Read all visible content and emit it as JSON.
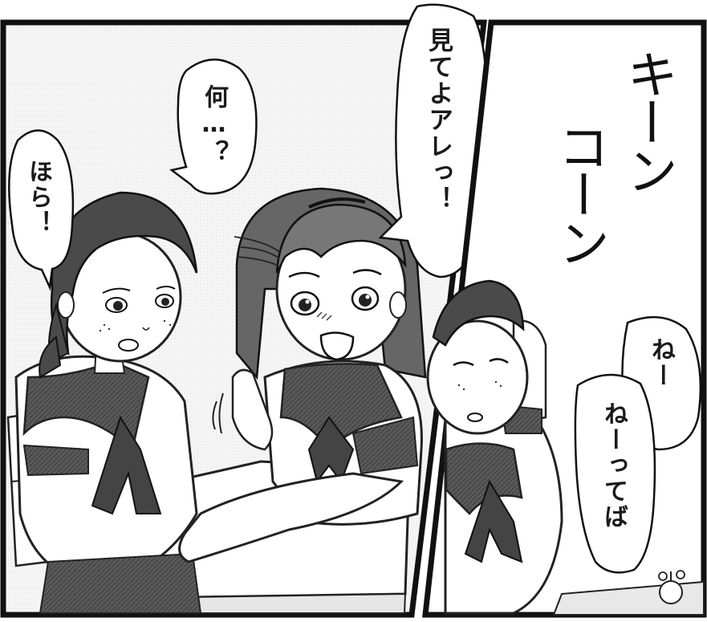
{
  "colors": {
    "ink": "#1a1a1a",
    "paper": "#ffffff",
    "screentone_dark": "#3a3a3a",
    "screentone_mid": "#8a8a8a",
    "hair": "#555555"
  },
  "panels": {
    "left": {
      "speech": {
        "hora": "ほら！",
        "nani": "何…？",
        "mite": "見てよアレっ！"
      }
    },
    "right": {
      "sfx": {
        "kiin": "キーン",
        "koon": "コーン"
      },
      "speech": {
        "nee": "ねー",
        "neette": "ねーってば"
      }
    }
  }
}
